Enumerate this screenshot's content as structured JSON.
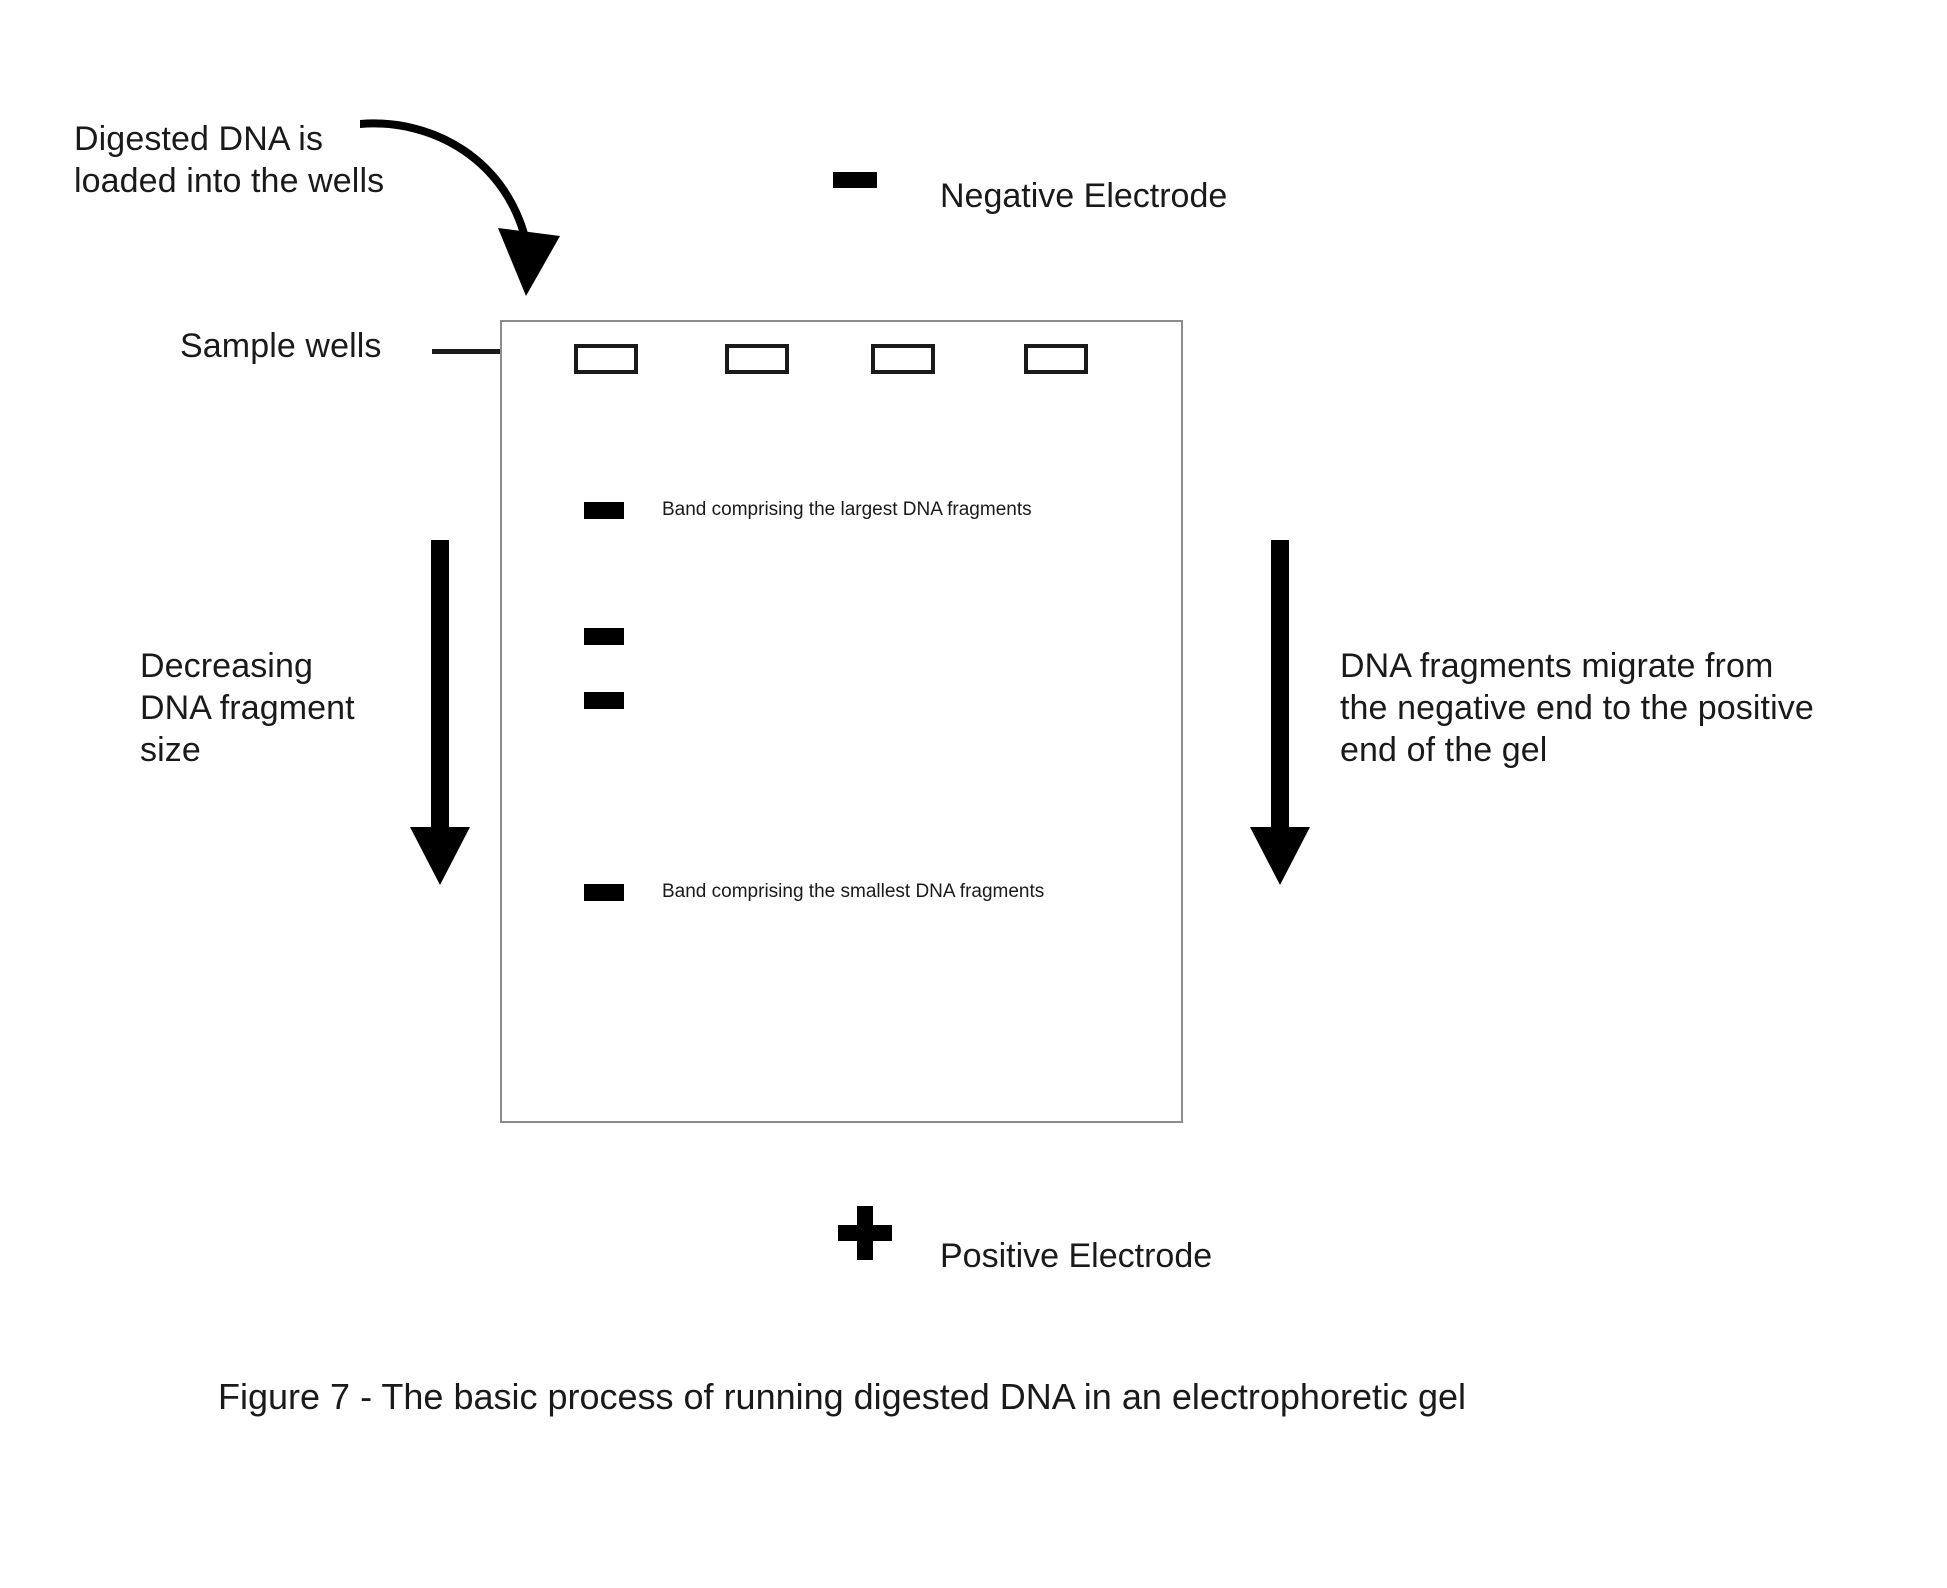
{
  "figure": {
    "caption": "Figure 7  - The basic process of running digested DNA in an electrophoretic gel",
    "background_color": "#ffffff",
    "ink_color": "#000000",
    "gel_border_color": "#8c8c8c"
  },
  "annotations": {
    "loading": "Digested DNA is\nloaded into the wells",
    "sample_wells": "Sample wells",
    "decreasing_size": "Decreasing\nDNA fragment\nsize",
    "migration": "DNA fragments migrate from\nthe negative end to the positive\nend of the gel"
  },
  "electrodes": {
    "negative": {
      "label": "Negative Electrode",
      "symbol": "−",
      "position": "top"
    },
    "positive": {
      "label": "Positive Electrode",
      "symbol": "+",
      "position": "bottom"
    }
  },
  "gel": {
    "lanes": 4,
    "wells": [
      {
        "lane": 1
      },
      {
        "lane": 2
      },
      {
        "lane": 3
      },
      {
        "lane": 4
      }
    ],
    "bands": [
      {
        "index": 1,
        "label": "Band comprising the largest DNA fragments",
        "has_label": true
      },
      {
        "index": 2,
        "label": "",
        "has_label": false
      },
      {
        "index": 3,
        "label": "",
        "has_label": false
      },
      {
        "index": 4,
        "label": "Band comprising the smallest DNA fragments",
        "has_label": true
      }
    ],
    "band_labels": {
      "largest": "Band comprising the largest DNA fragments",
      "smallest": "Band comprising the smallest DNA fragments"
    }
  },
  "arrows": {
    "left_direction": "down",
    "right_direction": "down",
    "loading_direction": "curved-down-right",
    "wells_direction": "right"
  }
}
